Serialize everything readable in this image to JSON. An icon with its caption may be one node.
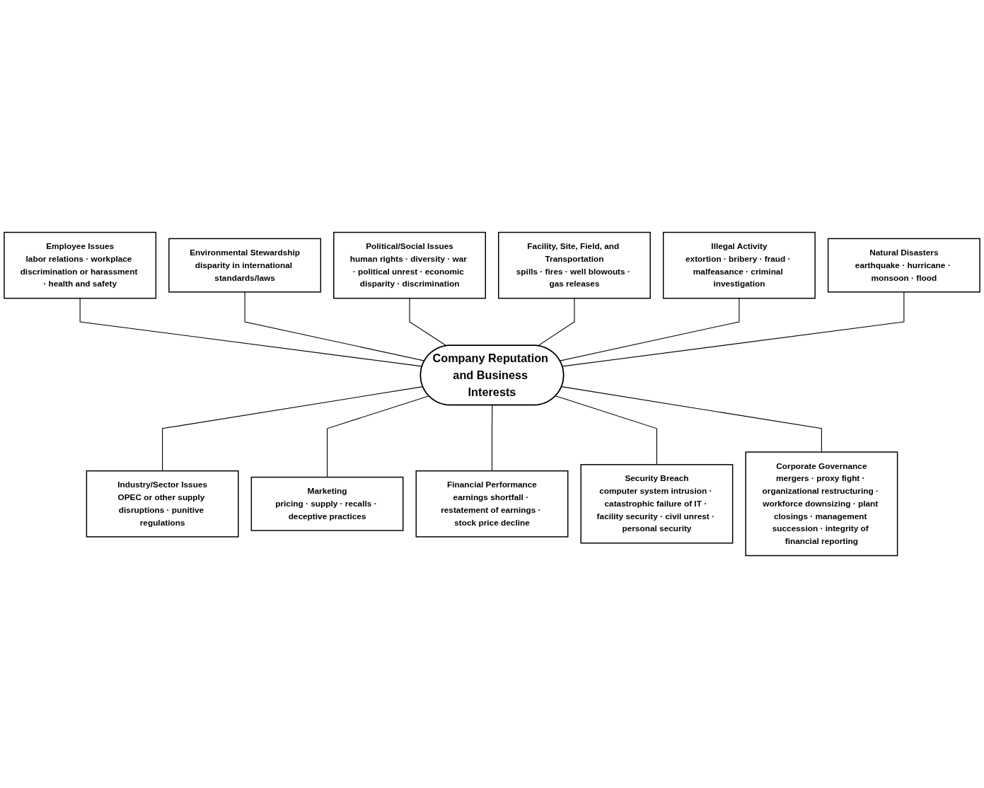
{
  "diagram": {
    "nodes": [
      {
        "text": [
          "Employee Issues",
          "labor relations · workplace discrimination or harassment · health and safety"
        ]
      },
      {
        "text": [
          "Environmental Stewardship",
          "disparity in international standards/laws"
        ]
      },
      {
        "text": [
          "Political/Social Issues",
          "human rights · diversity · war · political unrest · economic disparity · discrimination"
        ]
      },
      {
        "text": [
          "Facility, Site, Field, and Transportation",
          "spills · fires · well blowouts · gas releases"
        ]
      },
      {
        "text": [
          "Illegal Activity",
          "extortion · bribery · fraud · malfeasance · criminal investigation"
        ]
      },
      {
        "text": [
          "Company Reputation and Business Interests"
        ]
      },
      {
        "text": [
          "Natural Disasters",
          "earthquake · hurricane · monsoon · flood"
        ]
      },
      {
        "text": [
          "Industry/Sector Issues",
          "OPEC or other supply disruptions · punitive regulations"
        ]
      },
      {
        "text": [
          "Marketing",
          "pricing · supply · recalls · deceptive practices"
        ]
      },
      {
        "text": [
          "Financial Performance",
          "earnings shortfall · restatement of earnings · stock price decline"
        ]
      },
      {
        "text": [
          "Security Breach",
          "computer system intrusion · catastrophic failure of IT · facility security · civil unrest · personal security"
        ]
      },
      {
        "text": [
          "Corporate Governance",
          "mergers · proxy fight · organizational restructuring · workforce downsizing · plant closings · management succession · integrity of financial reporting"
        ]
      }
    ],
    "edges": [
      {
        "from": 0,
        "to": 5,
        "arrow": "none"
      },
      {
        "from": 1,
        "to": 5,
        "arrow": "none"
      },
      {
        "from": 2,
        "to": 5,
        "arrow": "none"
      },
      {
        "from": 3,
        "to": 5,
        "arrow": "none"
      },
      {
        "from": 4,
        "to": 5,
        "arrow": "none"
      },
      {
        "from": 6,
        "to": 5,
        "arrow": "none"
      },
      {
        "from": 5,
        "to": 7,
        "arrow": "none"
      },
      {
        "from": 5,
        "to": 8,
        "arrow": "none"
      },
      {
        "from": 5,
        "to": 9,
        "arrow": "none"
      },
      {
        "from": 5,
        "to": 10,
        "arrow": "none"
      },
      {
        "from": 5,
        "to": 11,
        "arrow": "none"
      }
    ]
  }
}
